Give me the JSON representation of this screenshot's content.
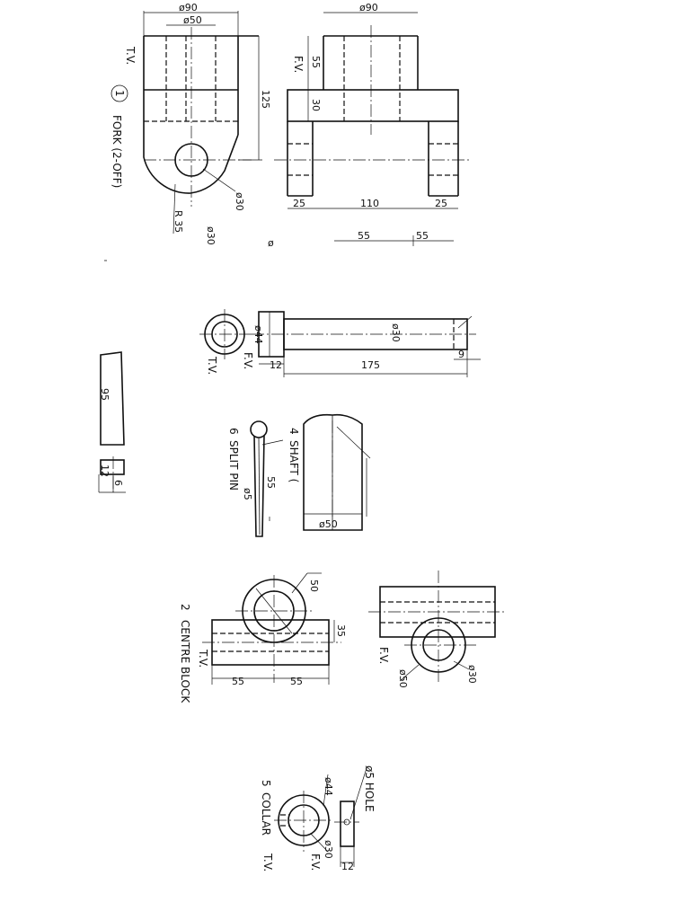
{
  "parts": {
    "fork": {
      "number": "1",
      "title": "FORK (2-OFF)",
      "tv": "T.V.",
      "fv": "F.V.",
      "dims": {
        "top_dia": "ø90",
        "inner_dia": "ø50",
        "height": "125",
        "hole": "ø30",
        "radius": "R 35",
        "hole2": "ø30",
        "fv_dia": "ø90",
        "fv_h1": "55",
        "fv_h2": "30",
        "left_w": "25",
        "gap": "110",
        "right_w": "25",
        "half1": "55",
        "half2": "55",
        "stray": "ø"
      }
    },
    "pin": {
      "tv": "T.V.",
      "fv": "F.V.",
      "dims": {
        "head": "ø44",
        "shank": "ø30",
        "head_len": "12",
        "length": "175",
        "end": "9"
      }
    },
    "split_pin": {
      "number": "6",
      "title": "SPLIT PIN",
      "dims": {
        "length": "55",
        "dia": "ø5"
      }
    },
    "shaft": {
      "number": "4",
      "title": "SHAFT (",
      "dims": {
        "dia": "ø50"
      }
    },
    "side_part": {
      "dims": {
        "length": "95",
        "w1": "12",
        "w2": "6"
      }
    },
    "centre_block": {
      "number": "2",
      "title": "CENTRE BLOCK",
      "tv": "T.V.",
      "fv": "F.V.",
      "dims": {
        "boss": "50",
        "height": "35",
        "half1": "55",
        "half2": "55",
        "outer": "ø50",
        "inner": "ø30"
      }
    },
    "collar": {
      "number": "5",
      "title": "COLLAR",
      "tv": "T.V.",
      "fv": "F.V.",
      "dims": {
        "outer": "ø44",
        "inner": "ø30",
        "hole": "ø5 HOLE",
        "thick": "12"
      }
    }
  }
}
